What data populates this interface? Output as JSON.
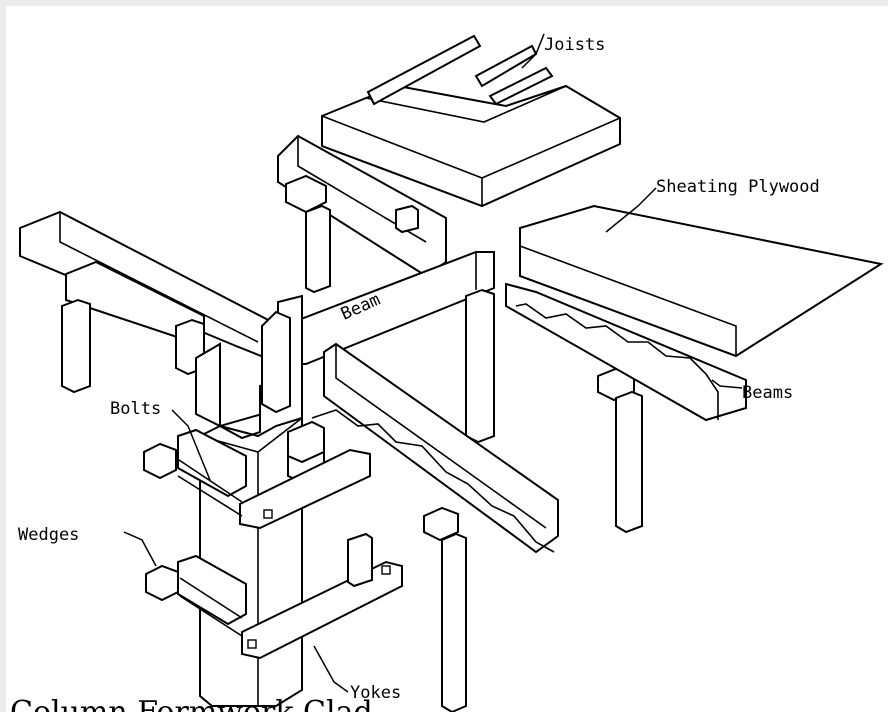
{
  "labels": {
    "joists": "Joists",
    "sheathing": "Sheating Plywood",
    "beam": "Beam",
    "beams": "Beams",
    "bolts": "Bolts",
    "wedges": "Wedges",
    "yokes": "Yokes"
  },
  "caption": "Column Formwork Clad"
}
